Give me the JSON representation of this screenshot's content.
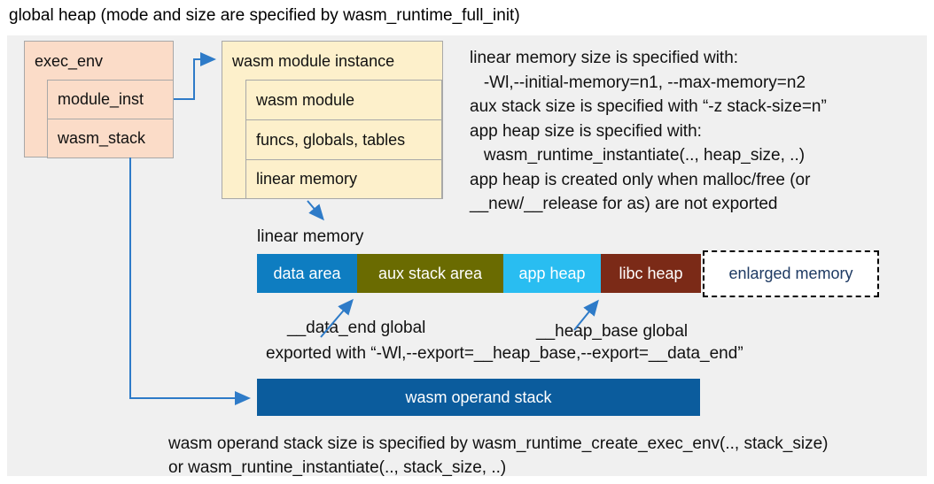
{
  "title": "global heap (mode and size are specified by wasm_runtime_full_init)",
  "colors": {
    "panel_bg": "#f0f0f0",
    "exec_env_fill": "#fbdcc8",
    "instance_fill": "#fdf0cb",
    "box_border": "#a8a8a8",
    "arrow_blue": "#2e7bc8",
    "data_area": "#0e7dc1",
    "aux_stack_area": "#6a6b01",
    "app_heap": "#29bdf1",
    "libc_heap": "#7b2a17",
    "enlarged_memory_bg": "#ffffff",
    "enlarged_memory_text": "#1e3a63",
    "operand_stack": "#0b5c9d"
  },
  "exec_env": {
    "label": "exec_env",
    "rows": [
      "module_inst",
      "wasm_stack"
    ]
  },
  "module_instance": {
    "label": "wasm module instance",
    "rows": [
      "wasm module",
      "funcs, globals, tables",
      "linear memory"
    ]
  },
  "notes": {
    "lines": [
      "linear memory size is specified with:",
      "   -Wl,--initial-memory=n1, --max-memory=n2",
      "aux stack size is specified with “-z stack-size=n”",
      "app heap size is specified with:",
      "   wasm_runtime_instantiate(.., heap_size, ..)",
      "app heap is created only when malloc/free (or",
      "__new/__release for as) are not exported"
    ]
  },
  "linear_memory": {
    "label": "linear memory",
    "segments": [
      {
        "label": "data area",
        "color": "#0e7dc1",
        "text_color": "#ffffff"
      },
      {
        "label": "aux stack area",
        "color": "#6a6b01",
        "text_color": "#ffffff"
      },
      {
        "label": "app heap",
        "color": "#29bdf1",
        "text_color": "#ffffff"
      },
      {
        "label": "libc heap",
        "color": "#7b2a17",
        "text_color": "#ffffff"
      },
      {
        "label": "enlarged memory",
        "color": "#ffffff",
        "text_color": "#1e3a63"
      }
    ]
  },
  "annotations": {
    "data_end": "__data_end global",
    "heap_base": "__heap_base global",
    "exported": "exported with “-Wl,--export=__heap_base,--export=__data_end”"
  },
  "operand_stack": {
    "label": "wasm operand stack"
  },
  "footer": {
    "line1": "wasm operand stack size is specified by wasm_runtime_create_exec_env(.., stack_size)",
    "line2": "or wasm_runtine_instantiate(.., stack_size, ..)"
  }
}
